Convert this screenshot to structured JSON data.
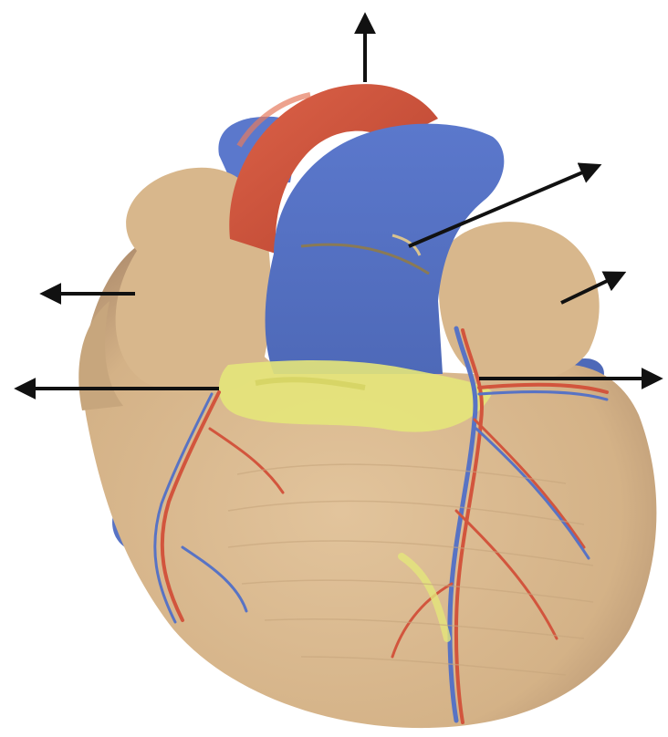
{
  "image": {
    "subject": "heart-model-anterior-view",
    "background_color": "#ffffff"
  },
  "colors": {
    "muscle": "#d9b88e",
    "muscle_shadow": "#b89872",
    "vein_blue": "#5873c4",
    "artery_red": "#d2553d",
    "fat_yellow": "#e4e67a",
    "arrow": "#111111"
  },
  "label_arrows": [
    {
      "id": "arrow-top",
      "target": "aortic-arch"
    },
    {
      "id": "arrow-upper-right",
      "target": "pulmonary-trunk"
    },
    {
      "id": "arrow-right-short",
      "target": "left-auricle"
    },
    {
      "id": "arrow-right-long",
      "target": "anterior-interventricular-artery"
    },
    {
      "id": "arrow-left-upper",
      "target": "right-auricle"
    },
    {
      "id": "arrow-left-lower",
      "target": "right-coronary-artery"
    }
  ]
}
